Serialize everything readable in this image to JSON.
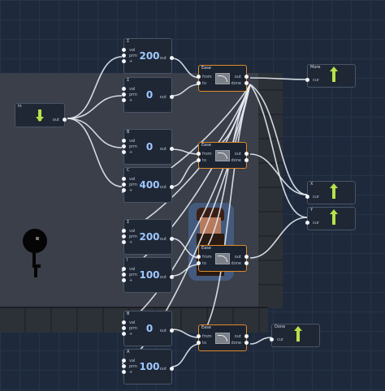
{
  "nodes": {
    "in": {
      "title": "In",
      "out": "out"
    },
    "num1": {
      "title": "Σ",
      "value": "200",
      "in1": "val",
      "in2": "prm",
      "in3": "+",
      "out": "out"
    },
    "num2": {
      "title": "Σ",
      "value": "0",
      "in1": "val",
      "in2": "prm",
      "in3": "+",
      "out": "out"
    },
    "num3": {
      "title": "B",
      "value": "0",
      "in1": "val",
      "in2": "prm",
      "in3": "+",
      "out": "out"
    },
    "num4": {
      "title": "C",
      "value": "400",
      "in1": "val",
      "in2": "prm",
      "in3": "+",
      "out": "out"
    },
    "num5": {
      "title": "Σ",
      "value": "200",
      "in1": "val",
      "in2": "prm",
      "in3": "+",
      "out": "out"
    },
    "num6": {
      "title": "I",
      "value": "100",
      "in1": "val",
      "in2": "prm",
      "in3": "+",
      "out": "out"
    },
    "num7": {
      "title": "B",
      "value": "0",
      "in1": "val",
      "in2": "prm",
      "in3": "+",
      "out": "out"
    },
    "num8": {
      "title": "A",
      "value": "100",
      "in1": "val",
      "in2": "prm",
      "in3": "+",
      "out": "out"
    },
    "ease1": {
      "title": "Ease",
      "from": "from",
      "to": "to",
      "out": "out",
      "done": "done"
    },
    "ease2": {
      "title": "Ease",
      "from": "from",
      "to": "to",
      "out": "out",
      "done": "done"
    },
    "ease3": {
      "title": "Ease",
      "from": "from",
      "to": "to",
      "out": "out",
      "done": "done"
    },
    "ease4": {
      "title": "Ease",
      "from": "from",
      "to": "to",
      "out": "out",
      "done": "done"
    },
    "more": {
      "title": "More",
      "in": "cur"
    },
    "x": {
      "title": "X",
      "in": "cur"
    },
    "y": {
      "title": "Y",
      "in": "cur"
    },
    "done": {
      "title": "Done",
      "in": "cur"
    }
  },
  "colors": {
    "background": "#1e2a3c",
    "node": "#1f2735",
    "ease_border": "#e08a2a",
    "value_text": "#9fc7ff",
    "signal": "#b8e04a"
  },
  "icons": {
    "arrow": "arrow-icon",
    "curve": "ease-curve-icon"
  }
}
